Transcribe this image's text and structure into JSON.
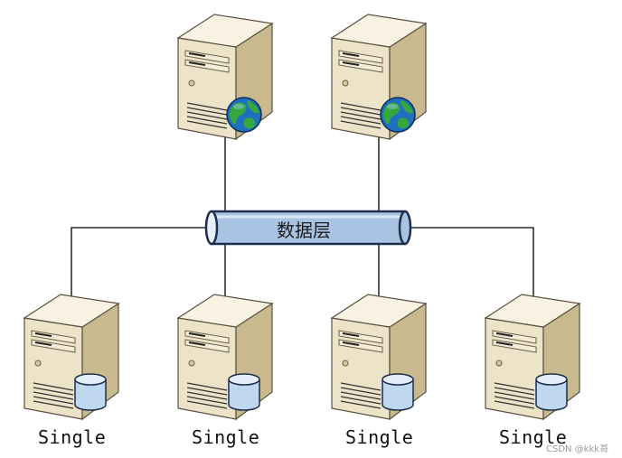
{
  "bus": {
    "label": "数据层"
  },
  "web_servers": [
    {
      "icon": "web-server-icon",
      "badge": "globe-icon"
    },
    {
      "icon": "web-server-icon",
      "badge": "globe-icon"
    }
  ],
  "db_servers": [
    {
      "label": "Single",
      "icon": "database-server-icon",
      "badge": "database-cylinder-icon"
    },
    {
      "label": "Single",
      "icon": "database-server-icon",
      "badge": "database-cylinder-icon"
    },
    {
      "label": "Single",
      "icon": "database-server-icon",
      "badge": "database-cylinder-icon"
    },
    {
      "label": "Single",
      "icon": "database-server-icon",
      "badge": "database-cylinder-icon"
    }
  ],
  "watermark": "CSDN @kkk哥",
  "colors": {
    "server_front": "#ede3c9",
    "server_side": "#c8b98f",
    "server_top": "#f7f2e2",
    "bus_fill": "#a9c4e2",
    "bus_stroke": "#1d2d4a",
    "globe_water": "#1e6fc0",
    "globe_land": "#34a83c",
    "cylinder": "#bfd8ef",
    "line": "#000000"
  }
}
